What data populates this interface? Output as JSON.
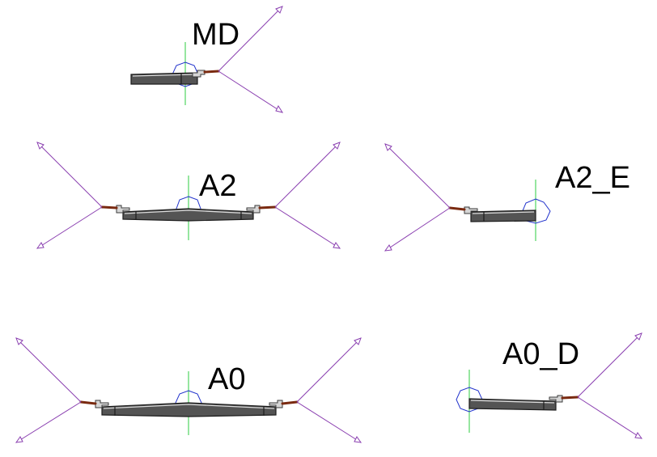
{
  "diagram": {
    "components": [
      {
        "id": "md",
        "label": "MD"
      },
      {
        "id": "a2",
        "label": "A2"
      },
      {
        "id": "a2e",
        "label": "A2_E"
      },
      {
        "id": "a0",
        "label": "A0"
      },
      {
        "id": "a0d",
        "label": "A0_D"
      }
    ],
    "colors": {
      "beam": "#545454",
      "rod": "#7a2a10",
      "force_arrow": "#8a3fb0",
      "center_line": "#2ecc40",
      "hinge_circle": "#2233cc"
    }
  }
}
